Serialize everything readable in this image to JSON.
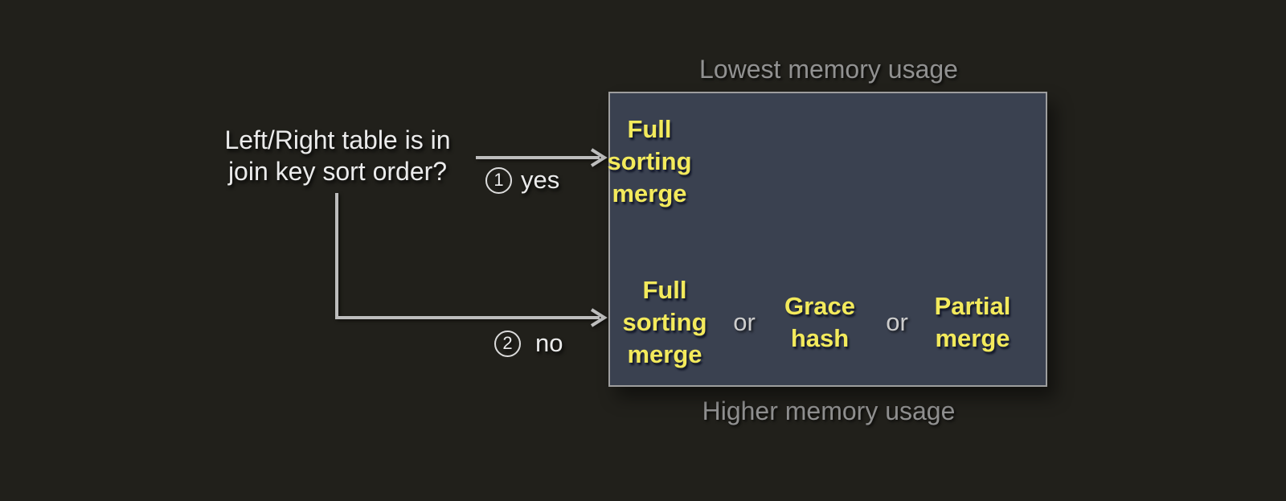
{
  "question": {
    "line1": "Left/Right table is in",
    "line2": "join key sort order?"
  },
  "branches": [
    {
      "number": "1",
      "label": "yes"
    },
    {
      "number": "2",
      "label": "no"
    }
  ],
  "captions": {
    "top": "Lowest memory usage",
    "bottom": "Higher memory usage"
  },
  "box": {
    "top_row": [
      {
        "kind": "algorithm",
        "text": "Full\nsorting\nmerge"
      }
    ],
    "bottom_row": [
      {
        "kind": "algorithm",
        "text": "Full\nsorting\nmerge"
      },
      {
        "kind": "separator",
        "text": "or"
      },
      {
        "kind": "algorithm",
        "text": "Grace\nhash"
      },
      {
        "kind": "separator",
        "text": "or"
      },
      {
        "kind": "algorithm",
        "text": "Partial\nmerge"
      }
    ]
  },
  "colors": {
    "background": "#21201b",
    "box_background": "#3a4150",
    "box_border": "#9e9e9e",
    "algorithm_text": "#f3ea5c",
    "question_text": "#ebebeb",
    "caption_text": "#919191",
    "arrow": "#bdbdbd"
  }
}
